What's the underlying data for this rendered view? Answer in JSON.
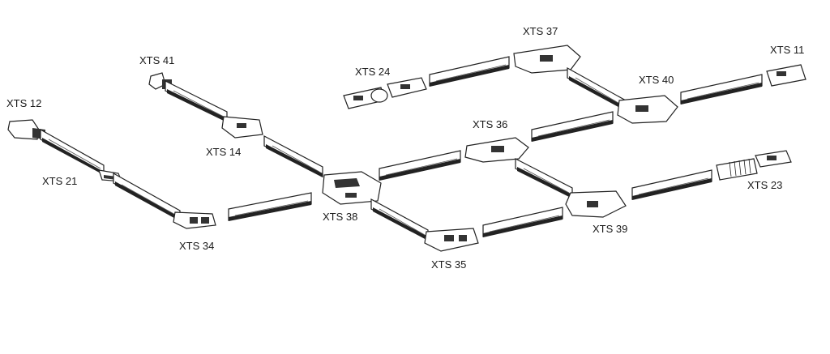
{
  "diagram": {
    "labels": {
      "xts41": "XTS 41",
      "xts12": "XTS 12",
      "xts21": "XTS 21",
      "xts14": "XTS 14",
      "xts34": "XTS 34",
      "xts38": "XTS 38",
      "xts24": "XTS 24",
      "xts37": "XTS 37",
      "xts40": "XTS 40",
      "xts11": "XTS 11",
      "xts36": "XTS 36",
      "xts35": "XTS 35",
      "xts39": "XTS 39",
      "xts23": "XTS 23"
    }
  }
}
